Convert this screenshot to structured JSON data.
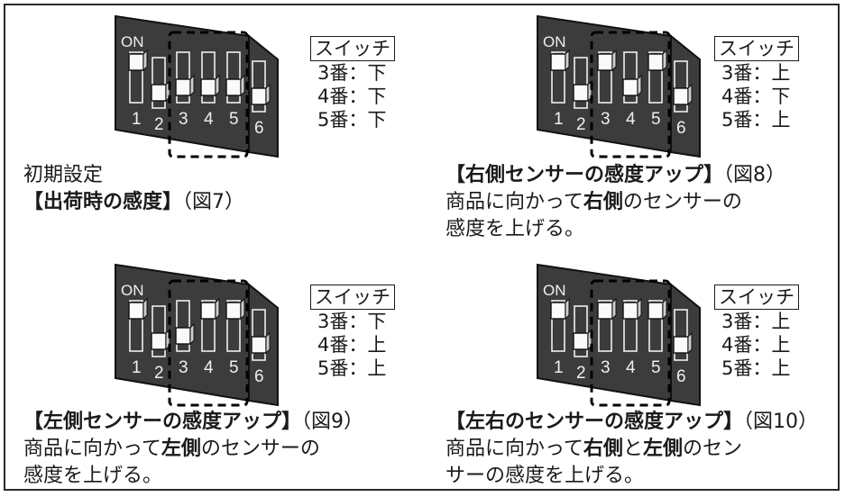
{
  "switch_label": "スイッチ",
  "panels": [
    {
      "on_label": "ON",
      "switch_numbers": [
        "1",
        "2",
        "3",
        "4",
        "5",
        "6"
      ],
      "positions": [
        "up",
        "down",
        "down",
        "down",
        "down",
        "down"
      ],
      "settings": [
        "3番：下",
        "4番：下",
        "5番：下"
      ],
      "caption": {
        "line1": "初期設定",
        "title": "【出荷時の感度】",
        "fig": "（図7）"
      }
    },
    {
      "on_label": "ON",
      "switch_numbers": [
        "1",
        "2",
        "3",
        "4",
        "5",
        "6"
      ],
      "positions": [
        "up",
        "down",
        "up",
        "down",
        "up",
        "down"
      ],
      "settings": [
        "3番：上",
        "4番：下",
        "5番：上"
      ],
      "caption": {
        "title": "【右側センサーの感度アップ】",
        "fig": "（図8）",
        "l2_a": "商品に向かって",
        "l2_bold": "右側",
        "l2_b": "のセンサーの",
        "line3": "感度を上げる。"
      }
    },
    {
      "on_label": "ON",
      "switch_numbers": [
        "1",
        "2",
        "3",
        "4",
        "5",
        "6"
      ],
      "positions": [
        "up",
        "down",
        "down",
        "up",
        "up",
        "down"
      ],
      "settings": [
        "3番：下",
        "4番：上",
        "5番：上"
      ],
      "caption": {
        "title": "【左側センサーの感度アップ】",
        "fig": "（図9）",
        "l2_a": "商品に向かって",
        "l2_bold": "左側",
        "l2_b": "のセンサーの",
        "line3": "感度を上げる。"
      }
    },
    {
      "on_label": "ON",
      "switch_numbers": [
        "1",
        "2",
        "3",
        "4",
        "5",
        "6"
      ],
      "positions": [
        "up",
        "down",
        "up",
        "up",
        "up",
        "down"
      ],
      "settings": [
        "3番：上",
        "4番：上",
        "5番：上"
      ],
      "caption": {
        "title": "【左右のセンサーの感度アップ】",
        "fig": "（図10）",
        "l2_a": "商品に向かって",
        "l2_bold": "右側",
        "l2_mid": "と",
        "l2_bold2": "左側",
        "l2_b": "のセン",
        "line3": "サーの感度を上げる。"
      }
    }
  ]
}
